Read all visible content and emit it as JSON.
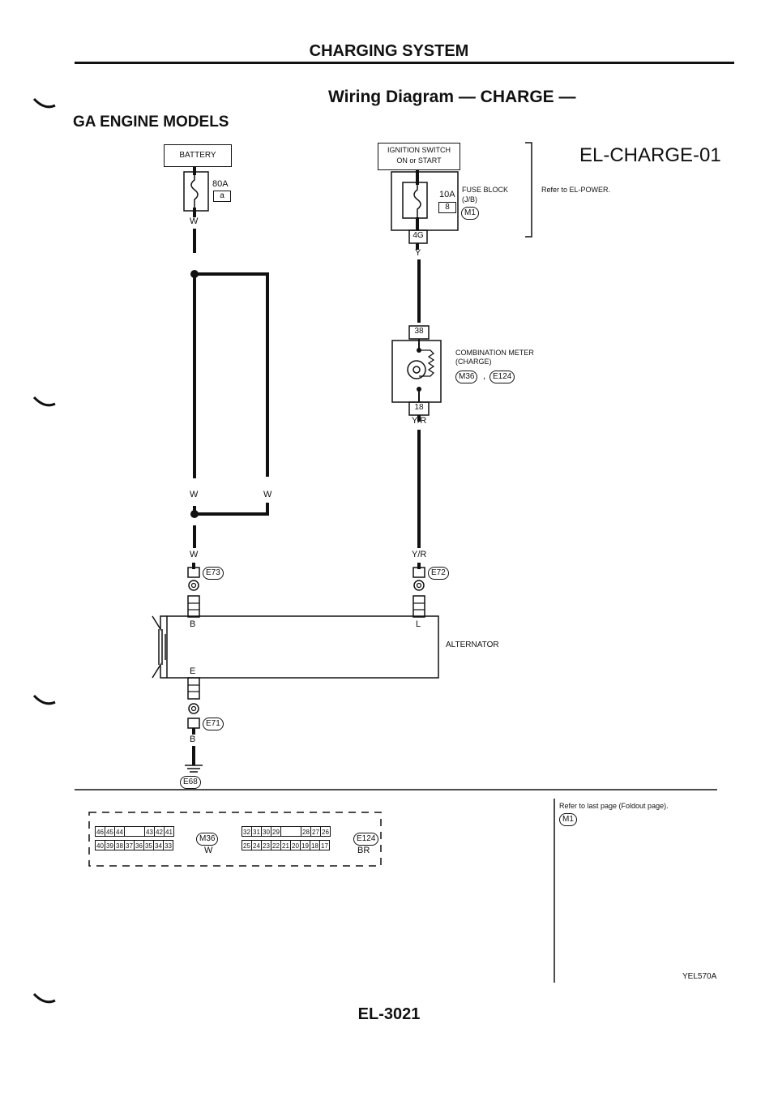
{
  "header": {
    "section_title": "CHARGING SYSTEM",
    "diagram_title": "Wiring Diagram — CHARGE —",
    "model_label": "GA ENGINE MODELS",
    "diagram_code": "EL-CHARGE-01"
  },
  "battery": {
    "label": "BATTERY",
    "fuse_rating": "80A",
    "fuse_id": "a",
    "wire": "W"
  },
  "ignition": {
    "label_line1": "IGNITION SWITCH",
    "label_line2": "ON or START",
    "fuse_rating": "10A",
    "fuse_id": "8",
    "fuse_block_line1": "FUSE BLOCK",
    "fuse_block_line2": "(J/B)",
    "fuse_block_connector": "M1",
    "refer_note": "Refer to EL-POWER.",
    "terminal": "4G",
    "wire": "Y"
  },
  "meter": {
    "terminal_in": "38",
    "terminal_out": "18",
    "label_line1": "COMBINATION METER",
    "label_line2": "(CHARGE)",
    "connector1": "M36",
    "separator": ",",
    "connector2": "E124",
    "wire_out": "Y/R"
  },
  "wires": {
    "w_left": "W",
    "w_right": "W",
    "w_lower": "W",
    "yr_lower": "Y/R",
    "ground_wire": "B"
  },
  "alternator": {
    "label": "ALTERNATOR",
    "terminal_b": "B",
    "terminal_l": "L",
    "terminal_e": "E",
    "connector_b": "E73",
    "connector_l": "E72",
    "connector_e": "E71",
    "ground_connector": "E68"
  },
  "connectors_panel": {
    "m36_top": [
      "46",
      "45",
      "44",
      "",
      "43",
      "42",
      "41"
    ],
    "m36_bottom": [
      "40",
      "39",
      "38",
      "37",
      "36",
      "35",
      "34",
      "33"
    ],
    "m36_label": "M36",
    "m36_color": "W",
    "e124_top": [
      "32",
      "31",
      "30",
      "29",
      "",
      "28",
      "27",
      "26"
    ],
    "e124_bottom": [
      "25",
      "24",
      "23",
      "22",
      "21",
      "20",
      "19",
      "18",
      "17"
    ],
    "e124_label": "E124",
    "e124_color": "BR"
  },
  "right_panel": {
    "note": "Refer to last page (Foldout page).",
    "connector": "M1",
    "figure_code": "YEL570A"
  },
  "footer": {
    "page_number": "EL-3021"
  }
}
